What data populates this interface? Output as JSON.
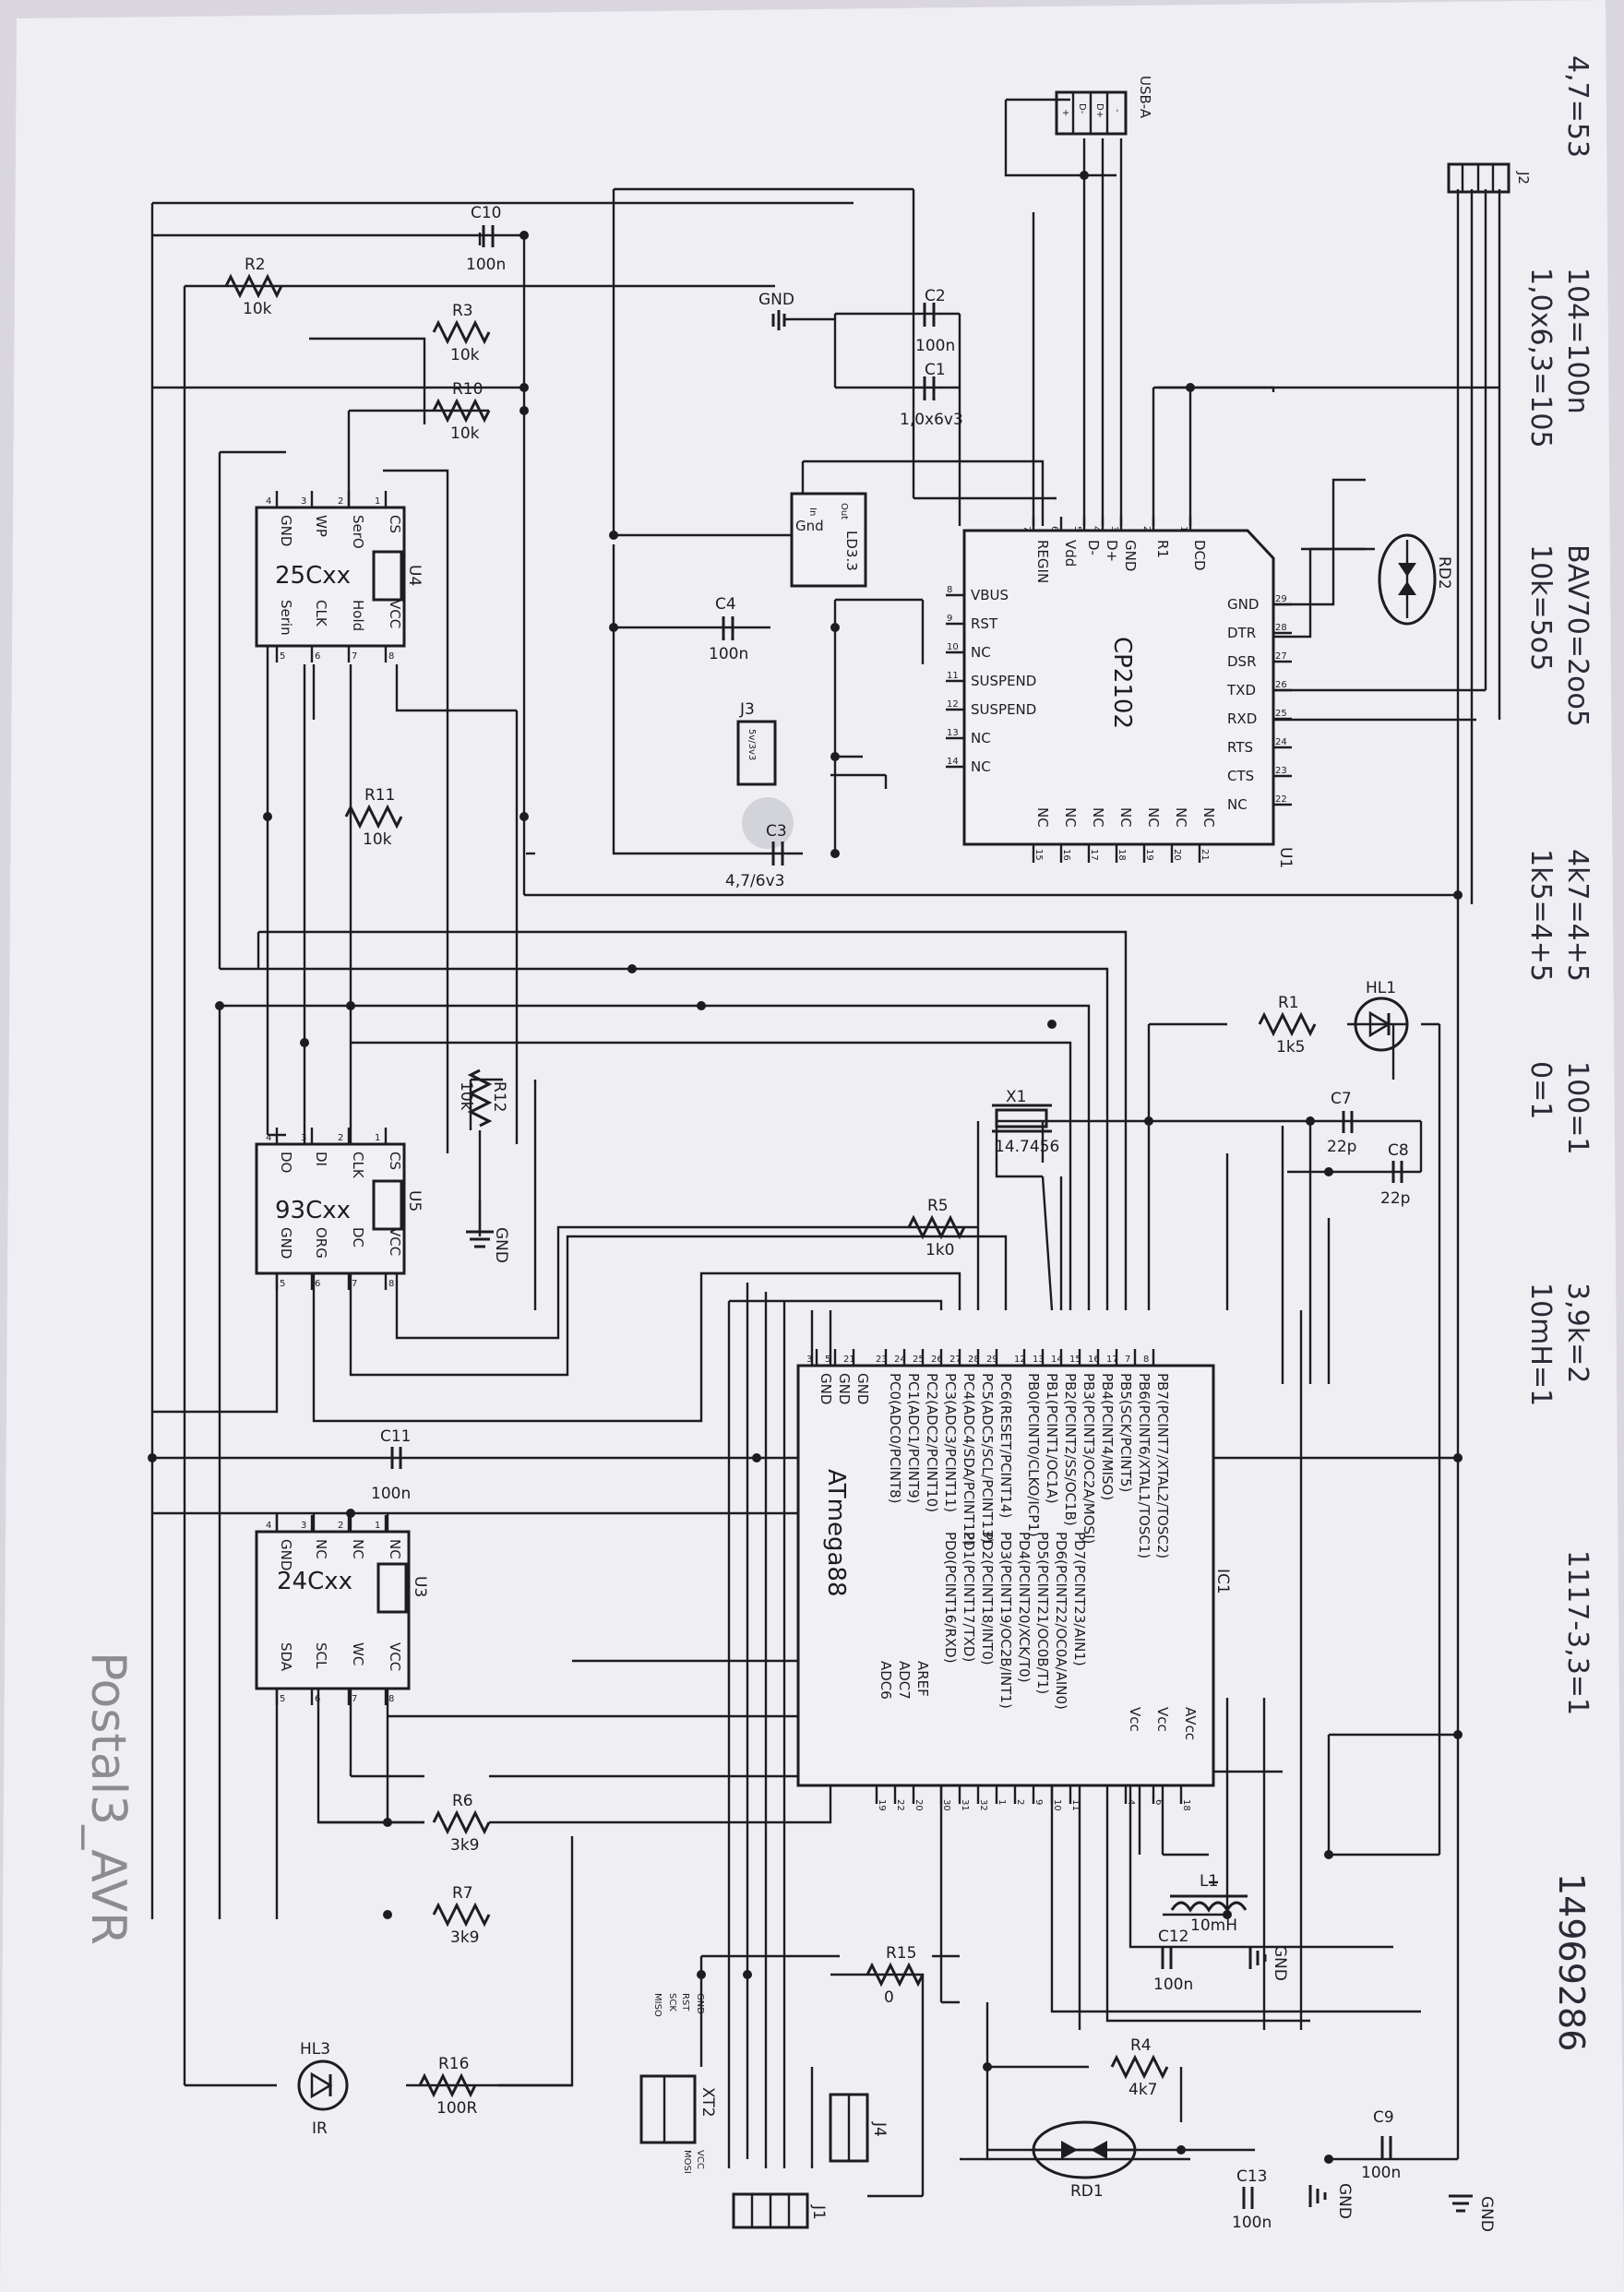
{
  "title": "Postal3_AVR",
  "components": {
    "usb": {
      "ref": "USB-A",
      "pins": [
        "+",
        "D-",
        "D+",
        "-"
      ]
    },
    "j2": {
      "ref": "J2"
    },
    "c10": {
      "ref": "C10",
      "value": "100n"
    },
    "c1": {
      "ref": "C1",
      "value": "1,0x6v3"
    },
    "c2": {
      "ref": "C2",
      "value": "100n"
    },
    "c3": {
      "ref": "C3",
      "value": "4,7/6v3"
    },
    "c4": {
      "ref": "C4",
      "value": "100n"
    },
    "c7": {
      "ref": "C7",
      "value": "22p"
    },
    "c8": {
      "ref": "C8",
      "value": "22p"
    },
    "c9": {
      "ref": "C9",
      "value": "100n"
    },
    "c11": {
      "ref": "C11",
      "value": "100n"
    },
    "c12": {
      "ref": "C12",
      "value": "100n"
    },
    "c13": {
      "ref": "C13",
      "value": "100n"
    },
    "r1": {
      "ref": "R1",
      "value": "1k5"
    },
    "r2": {
      "ref": "R2",
      "value": "10k"
    },
    "r3": {
      "ref": "R3",
      "value": "10k"
    },
    "r4": {
      "ref": "R4",
      "value": "4k7"
    },
    "r5": {
      "ref": "R5",
      "value": "1k0"
    },
    "r6": {
      "ref": "R6",
      "value": "3k9"
    },
    "r7": {
      "ref": "R7",
      "value": "3k9"
    },
    "r10": {
      "ref": "R10",
      "value": "10k"
    },
    "r11": {
      "ref": "R11",
      "value": "10k"
    },
    "r12": {
      "ref": "R12",
      "value": "10k"
    },
    "r15": {
      "ref": "R15",
      "value": "0"
    },
    "r16": {
      "ref": "R16",
      "value": "100R"
    },
    "l1": {
      "ref": "L1",
      "value": "10mH"
    },
    "x1": {
      "ref": "X1",
      "value": "14.7456"
    },
    "ld33": {
      "ref": "LD3.3",
      "pins": [
        "In",
        "Gnd",
        "Out"
      ]
    },
    "j3": {
      "ref": "J3",
      "value": "5v/3v3"
    },
    "j4": {
      "ref": "J4"
    },
    "j1": {
      "ref": "J1"
    },
    "xt2": {
      "ref": "XT2",
      "pins": [
        "MISO",
        "SCK",
        "RST",
        "GND",
        "MOSI",
        "VCC"
      ]
    },
    "hl1": {
      "ref": "HL1"
    },
    "hl3": {
      "ref": "HL3",
      "label": "IR"
    },
    "rd1": {
      "ref": "RD1"
    },
    "rd2": {
      "ref": "RD2"
    },
    "gnd": "GND",
    "u1": {
      "ref": "U1",
      "name": "CP2102",
      "top_pins": [
        "REGIN",
        "Vdd",
        "D-",
        "D+",
        "GND",
        "R1",
        "DCD"
      ],
      "top_nums": [
        "7",
        "6",
        "5",
        "4",
        "3",
        "2",
        "1"
      ],
      "left_pins": [
        "VBUS",
        "RST",
        "NC",
        "SUSPEND",
        "SUSPEND",
        "NC",
        "NC"
      ],
      "left_nums": [
        "8",
        "9",
        "10",
        "11",
        "12",
        "13",
        "14"
      ],
      "right_pins": [
        "GND",
        "DTR",
        "DSR",
        "TXD",
        "RXD",
        "RTS",
        "CTS",
        "NC"
      ],
      "right_nums": [
        "29",
        "28",
        "27",
        "26",
        "25",
        "24",
        "23",
        "22"
      ],
      "bottom_pins": [
        "NC",
        "NC",
        "NC",
        "NC",
        "NC",
        "NC",
        "NC"
      ],
      "bottom_nums": [
        "15",
        "16",
        "17",
        "18",
        "19",
        "20",
        "21"
      ]
    },
    "u4": {
      "ref": "U4",
      "name": "25Cxx",
      "top_pins": [
        "GND",
        "WP",
        "SerO",
        "CS"
      ],
      "top_nums": [
        "4",
        "3",
        "2",
        "1"
      ],
      "bottom_pins": [
        "Serin",
        "CLK",
        "Hold",
        "VCC"
      ],
      "bottom_nums": [
        "5",
        "6",
        "7",
        "8"
      ]
    },
    "u5": {
      "ref": "U5",
      "name": "93Cxx",
      "top_pins": [
        "DO",
        "DI",
        "CLK",
        "CS"
      ],
      "top_nums": [
        "4",
        "3",
        "2",
        "1"
      ],
      "bottom_pins": [
        "GND",
        "ORG",
        "DC",
        "VCC"
      ],
      "bottom_nums": [
        "5",
        "6",
        "7",
        "8"
      ]
    },
    "u3": {
      "ref": "U3",
      "name": "24Cxx",
      "top_pins": [
        "GND",
        "NC",
        "NC",
        "NC"
      ],
      "top_nums": [
        "4",
        "3",
        "2",
        "1"
      ],
      "bottom_pins": [
        "SDA",
        "SCL",
        "WC",
        "VCC"
      ],
      "bottom_nums": [
        "5",
        "6",
        "7",
        "8"
      ]
    },
    "ic1": {
      "ref": "IC1",
      "name": "ATmega88",
      "pb_pins": [
        "PB0(PCINT0/CLKO/ICP1)",
        "PB1(PCINT1/OC1A)",
        "PB2(PCINT2/SS/OC1B)",
        "PB3(PCINT3/OC2A/MOSI)",
        "PB4(PCINT4/MISO)",
        "PB5(SCK/PCINT5)",
        "PB6(PCINT6/XTAL1/TOSC1)",
        "PB7(PCINT7/XTAL2/TOSC2)"
      ],
      "pb_nums": [
        "12",
        "13",
        "14",
        "15",
        "16",
        "17",
        "7",
        "8"
      ],
      "pc_pins": [
        "PC0(ADC0/PCINT8)",
        "PC1(ADC1/PCINT9)",
        "PC2(ADC2/PCINT10)",
        "PC3(ADC3/PCINT11)",
        "PC4(ADC4/SDA/PCINT12)",
        "PC5(ADC5/SCL/PCINT13)",
        "PC6(RESET/PCINT14)"
      ],
      "pc_nums": [
        "23",
        "24",
        "25",
        "26",
        "27",
        "28",
        "29"
      ],
      "gnd_pins": [
        "GND",
        "GND",
        "GND"
      ],
      "gnd_nums": [
        "3",
        "5",
        "21"
      ],
      "pd_pins": [
        "PD0(PCINT16/RXD)",
        "PD1(PCINT17/TXD)",
        "PD2(PCINT18/INT0)",
        "PD3(PCINT19/OC2B/INT1)",
        "PD4(PCINT20/XCK/T0)",
        "PD5(PCINT21/OC0B/T1)",
        "PD6(PCINT22/OC0A/AIN0)",
        "PD7(PCINT23/AIN1)"
      ],
      "pd_nums": [
        "30",
        "31",
        "32",
        "1",
        "2",
        "9",
        "10",
        "11"
      ],
      "pwr_pins": [
        "Vcc",
        "Vcc",
        "AVcc"
      ],
      "pwr_nums": [
        "4",
        "6",
        "18"
      ],
      "adc_pins": [
        "ADC6",
        "ADC7",
        "AREF"
      ],
      "adc_nums": [
        "19",
        "22",
        "20"
      ]
    }
  },
  "handwritten": [
    "4,7=53",
    "104=100n",
    "1,0x6,3=105",
    "BAV70=2oo5",
    "10k=5o5",
    "4k7=4+5",
    "1k5=4+5",
    "100=1",
    "0=1",
    "3,9k=2",
    "10mH=1",
    "1117-3,3=1",
    "14969286"
  ]
}
